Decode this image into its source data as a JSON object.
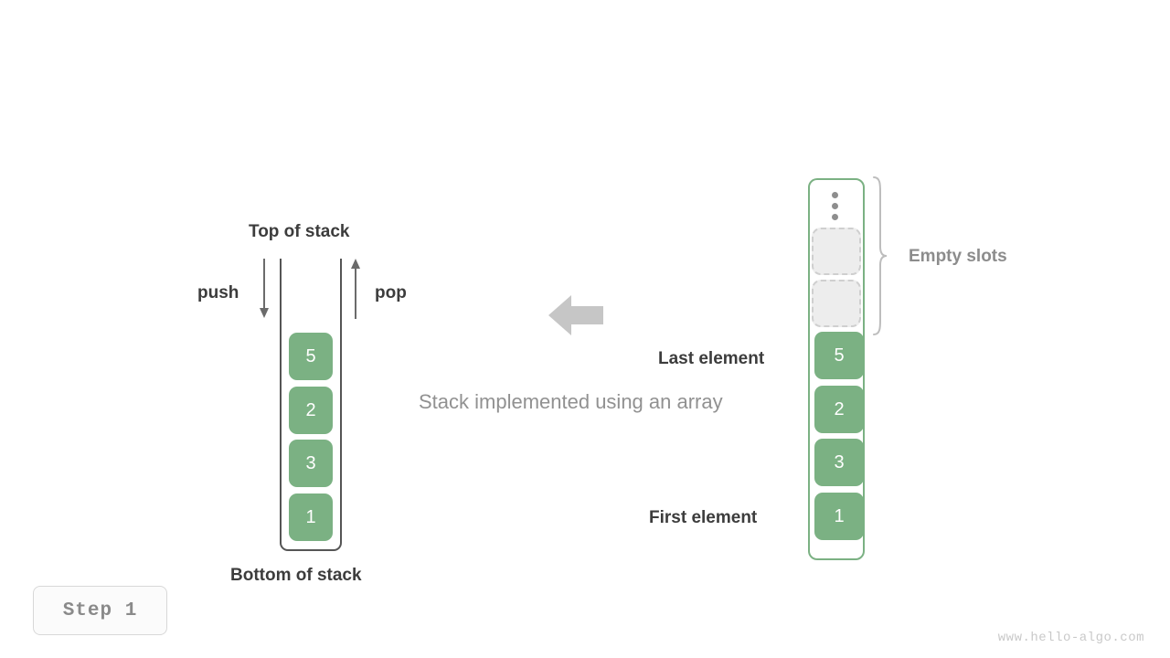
{
  "diagram": {
    "caption": "Stack implemented using an array",
    "transition_arrow": "left-arrow-icon"
  },
  "left_stack": {
    "top_label": "Top of stack",
    "bottom_label": "Bottom of stack",
    "push_label": "push",
    "pop_label": "pop",
    "cells": [
      {
        "value": "5"
      },
      {
        "value": "2"
      },
      {
        "value": "3"
      },
      {
        "value": "1"
      }
    ],
    "colors": {
      "cell_fill": "#7bb183",
      "cell_text": "#ffffff",
      "wall": "#555555",
      "arrow": "#6b6b6b"
    }
  },
  "right_array": {
    "empty_slots_label": "Empty slots",
    "last_element_label": "Last element",
    "first_element_label": "First element",
    "overflow_icon": "vertical-ellipsis-icon",
    "empty_slots_count": 2,
    "cells": [
      {
        "value": "5"
      },
      {
        "value": "2"
      },
      {
        "value": "3"
      },
      {
        "value": "1"
      }
    ],
    "colors": {
      "frame_border": "#7bb183",
      "cell_fill": "#7bb183",
      "empty_slot_fill": "#ededed",
      "empty_slot_border": "#cfcfcf",
      "brace": "#b8b8b8"
    }
  },
  "footer": {
    "step_label": "Step 1",
    "watermark": "www.hello-algo.com"
  }
}
